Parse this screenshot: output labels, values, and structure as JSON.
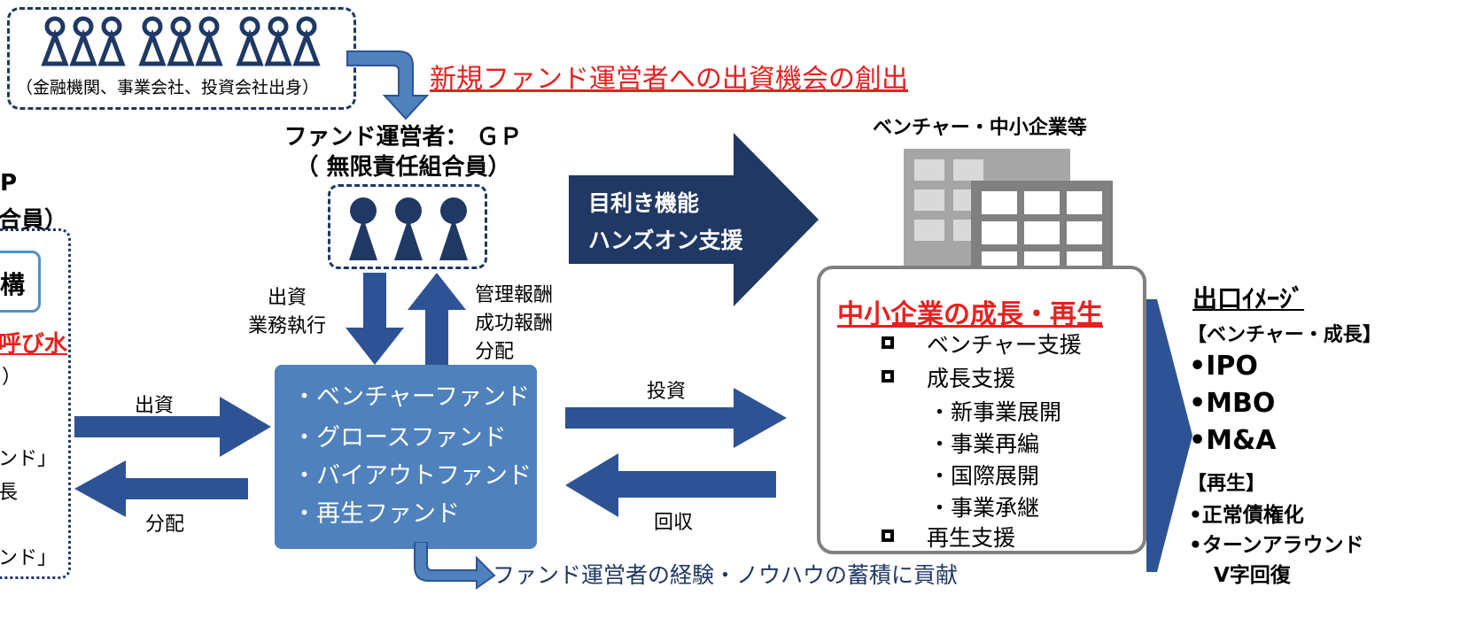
{
  "top": {
    "people_caption": "（金融機関、事業会社、投資会社出身）",
    "headline": "新規ファンド運営者への出資機会の創出"
  },
  "gp": {
    "title_line1": "ファンド運営者： ＧＰ",
    "title_line2": "（ 無限責任組合員）"
  },
  "labels": {
    "invest_exec_1": "出資",
    "invest_exec_2": "業務執行",
    "fees_1": "管理報酬",
    "fees_2": "成功報酬",
    "fees_3": "分配",
    "lp_invest": "出資",
    "lp_distribute": "分配",
    "investment": "投資",
    "recovery": "回収"
  },
  "funds": [
    "・ベンチャーファンド",
    "・グロースファンド",
    "・バイアウトファンド",
    "・再生ファンド"
  ],
  "big_arrow": {
    "line1": "目利き機能",
    "line2": "ハンズオン支援"
  },
  "venture": {
    "title": "ベンチャー・中小企業等"
  },
  "sme": {
    "title": "中小企業の成長・再生",
    "support_venture": "ベンチャー支援",
    "support_growth": "成長支援",
    "sub_items": [
      "・新事業展開",
      "・事業再編",
      "・国際展開",
      "・事業承継"
    ],
    "support_revival": "再生支援"
  },
  "exit": {
    "title": "出口ｲﾒｰｼﾞ",
    "venture_growth": "【ベンチャー・成長】",
    "ipo": "•IPO",
    "mbo": "•MBO",
    "ma": "•M&A",
    "revival": "【再生】",
    "normal_claims": "•正常債権化",
    "turnaround": "•ターンアラウンド",
    "v_recovery": "V字回復"
  },
  "lp_partial": {
    "p": "P",
    "members": "合員）",
    "org": "構",
    "yobi": "呼び水",
    "paren": "）",
    "nd1": "ンド」",
    "cho": "長",
    "nd2": "ンド」"
  },
  "bottom_note": "ファンド運営者の経験・ノウハウの蓄積に貢献",
  "colors": {
    "navy": "#1f3864",
    "arrow_blue": "#2e5395",
    "fund_blue": "#4f81bd",
    "red": "#e8201e",
    "gray": "#808080"
  }
}
